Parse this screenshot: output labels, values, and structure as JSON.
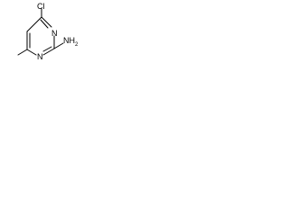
{
  "molecule": {
    "atoms": {
      "cl_label": "Cl",
      "n1_label": "N",
      "n3_label": "N",
      "nh2_label": "NH"
    },
    "bond_color": "#000000"
  }
}
